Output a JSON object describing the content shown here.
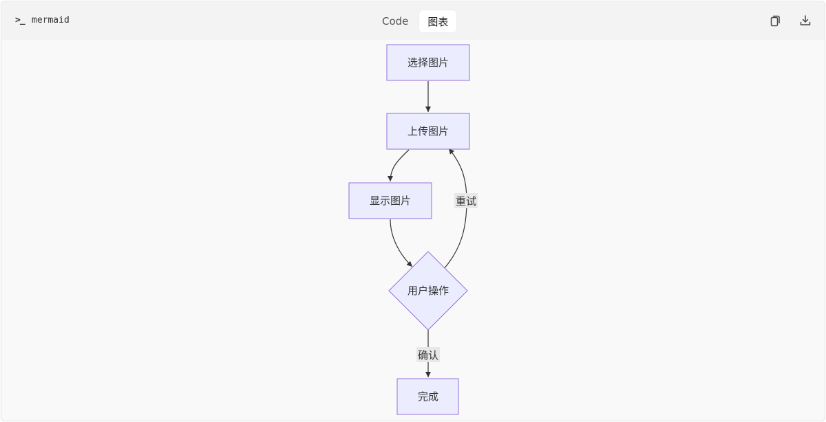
{
  "header": {
    "language": "mermaid",
    "tabs": [
      {
        "label": "Code",
        "active": false
      },
      {
        "label": "图表",
        "active": true
      }
    ],
    "icons": [
      "copy-icon",
      "download-icon"
    ]
  },
  "diagram": {
    "type": "flowchart",
    "colors": {
      "node_fill": "#ECECFF",
      "node_stroke": "#9370DB",
      "edge": "#333333",
      "edge_label_bg": "#E8E8E8"
    },
    "nodes": {
      "select": "选择图片",
      "upload": "上传图片",
      "show": "显示图片",
      "decision": "用户操作",
      "done": "完成"
    },
    "edge_labels": {
      "retry": "重试",
      "confirm": "确认"
    },
    "edges": [
      {
        "from": "select",
        "to": "upload"
      },
      {
        "from": "upload",
        "to": "show"
      },
      {
        "from": "show",
        "to": "decision"
      },
      {
        "from": "decision",
        "to": "upload",
        "label": "重试"
      },
      {
        "from": "decision",
        "to": "done",
        "label": "确认"
      }
    ]
  }
}
